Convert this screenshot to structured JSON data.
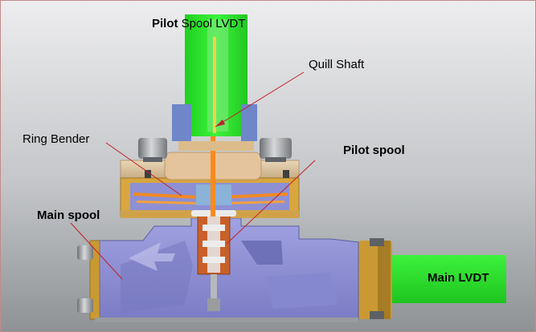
{
  "labels": {
    "pilot_lvdt_bold": "Pilot",
    "pilot_lvdt_rest": " Spool LVDT",
    "quill_shaft": "Quill Shaft",
    "ring_bender": "Ring Bender",
    "pilot_spool": "Pilot spool",
    "main_spool": "Main spool",
    "main_lvdt": "Main LVDT"
  },
  "colors": {
    "background_top": "#ececee",
    "background_bottom": "#8f9396",
    "lvdt_green": "#2ee62e",
    "housing_blue": "#8f90d6",
    "brass": "#d7a43c",
    "tan": "#dfc9a6",
    "spool_red": "#c8602a",
    "shaft_orange": "#ff8a1e",
    "leader_red": "#c0202a",
    "frame": "#c28a8a"
  }
}
